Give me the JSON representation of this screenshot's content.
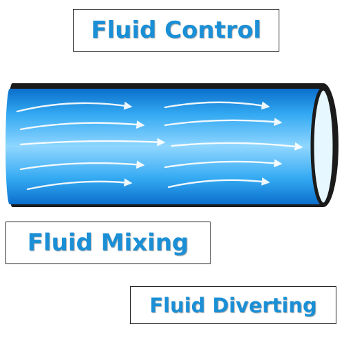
{
  "labels": {
    "control": "Fluid Control",
    "mixing": "Fluid Mixing",
    "diverting": "Fluid Diverting"
  },
  "colors": {
    "label_text": "#1a8fd6",
    "pipe_outline": "#1b1b1b",
    "flow_light": "#8fd6ff",
    "flow_mid": "#33a9f2",
    "flow_dark": "#0b6fcc",
    "pipe_opening": "#e6f7ff",
    "arrow": "#ffffff"
  },
  "icons": {
    "pipe": "pipe-icon",
    "flow_arrow": "flow-arrow-icon"
  }
}
